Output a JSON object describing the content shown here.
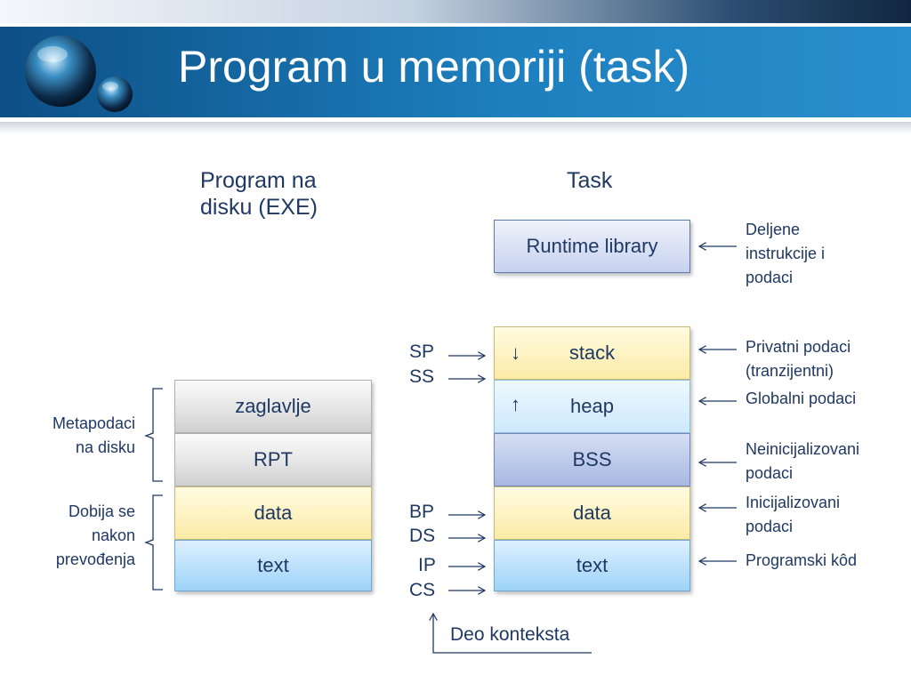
{
  "slide": {
    "title": "Program u memoriji (task)"
  },
  "left": {
    "heading": [
      "Program na",
      "disku (EXE)"
    ],
    "blocks": [
      "zaglavlje",
      "RPT",
      "data",
      "text"
    ],
    "brace_labels": [
      [
        "Metapodaci",
        "na disku"
      ],
      [
        "Dobija se",
        "nakon",
        "prevođenja"
      ]
    ]
  },
  "right": {
    "heading": "Task",
    "blocks": [
      "Runtime library",
      "stack",
      "heap",
      "BSS",
      "data",
      "text"
    ],
    "stack_arrow": "↓",
    "heap_arrow": "↑",
    "registers": [
      "SP",
      "SS",
      "BP",
      "DS",
      "IP",
      "CS"
    ],
    "annotations": [
      [
        "Deljene",
        "instrukcije i",
        "podaci"
      ],
      [
        "Privatni podaci",
        "(tranzijentni)"
      ],
      [
        "Globalni podaci"
      ],
      [
        "Neinicijalizovani",
        "podaci"
      ],
      [
        "Inicijalizovani",
        "podaci"
      ],
      [
        "Programski kôd"
      ]
    ],
    "context_label": "Deo konteksta"
  },
  "colors": {
    "header_blue": "#1d7fbd",
    "text_navy": "#1f3864"
  }
}
